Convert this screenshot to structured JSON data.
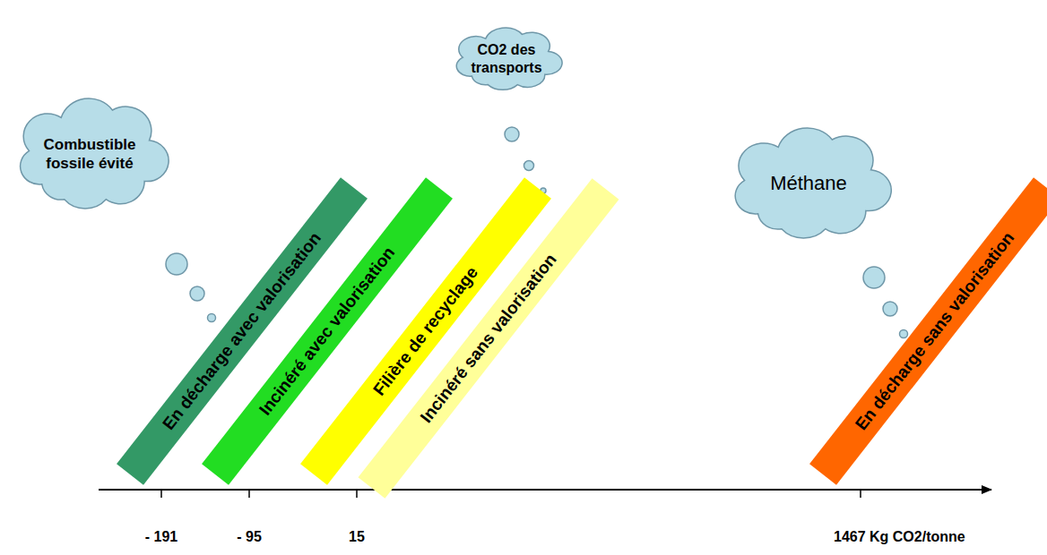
{
  "diagram": {
    "nodes": [
      {
        "text": [
          "Combustible fossile évité"
        ]
      },
      {
        "text": [
          "CO2 des transports"
        ]
      },
      {
        "text": [
          "Méthane"
        ]
      },
      {
        "text": [
          "En décharge avec valorisation"
        ]
      },
      {
        "text": [
          "Incinéré avec valorisation"
        ]
      },
      {
        "text": [
          "Filière de recyclage"
        ]
      },
      {
        "text": [
          "Incinéré sans valorisation"
        ]
      },
      {
        "text": [
          "En décharge sans valorisation"
        ]
      }
    ],
    "labels": [
      "- 191",
      "- 95",
      "15",
      "1467 Kg CO2/tonne"
    ]
  }
}
